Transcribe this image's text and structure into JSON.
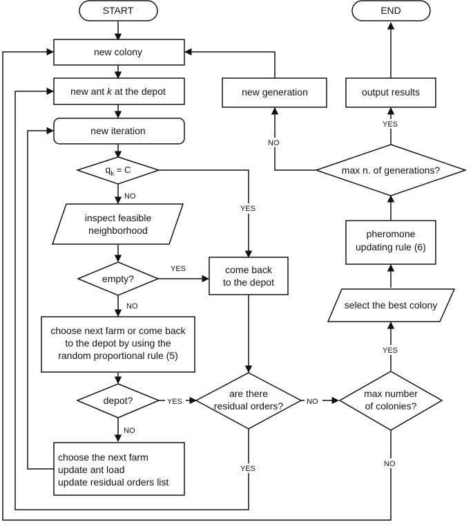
{
  "nodes": {
    "start": "START",
    "end": "END",
    "new_colony": "new colony",
    "new_ant_prefix": "new ant ",
    "new_ant_var": "k",
    "new_ant_suffix": " at the depot",
    "new_iteration": "new iteration",
    "qk_base": "q",
    "qk_sub": "k",
    "qk_rest": " = C",
    "inspect_line1": "inspect feasible",
    "inspect_line2": "neighborhood",
    "empty": "empty?",
    "come_back_line1": "come back",
    "come_back_line2": "to the depot",
    "choose_line1": "choose next farm or come back",
    "choose_line2": "to the depot by using the",
    "choose_line3": "random proportional rule (5)",
    "depot": "depot?",
    "residual_line1": "are there",
    "residual_line2": "residual orders?",
    "update_line1": "choose the next farm",
    "update_line2": "update ant load",
    "update_line3": "update residual orders list",
    "max_colonies_line1": "max number",
    "max_colonies_line2": "of colonies?",
    "select_best": "select the best colony",
    "pheromone_line1": "pheromone",
    "pheromone_line2": "updating rule (6)",
    "max_generations": "max n. of generations?",
    "new_generation": "new generation",
    "output_results": "output results"
  },
  "edge_labels": {
    "qk_no": "NO",
    "qk_yes": "YES",
    "empty_yes": "YES",
    "empty_no": "NO",
    "depot_yes": "YES",
    "depot_no": "NO",
    "residual_no": "NO",
    "residual_yes": "YES",
    "colonies_yes": "YES",
    "colonies_no": "NO",
    "generations_yes": "YES",
    "generations_no": "NO"
  }
}
